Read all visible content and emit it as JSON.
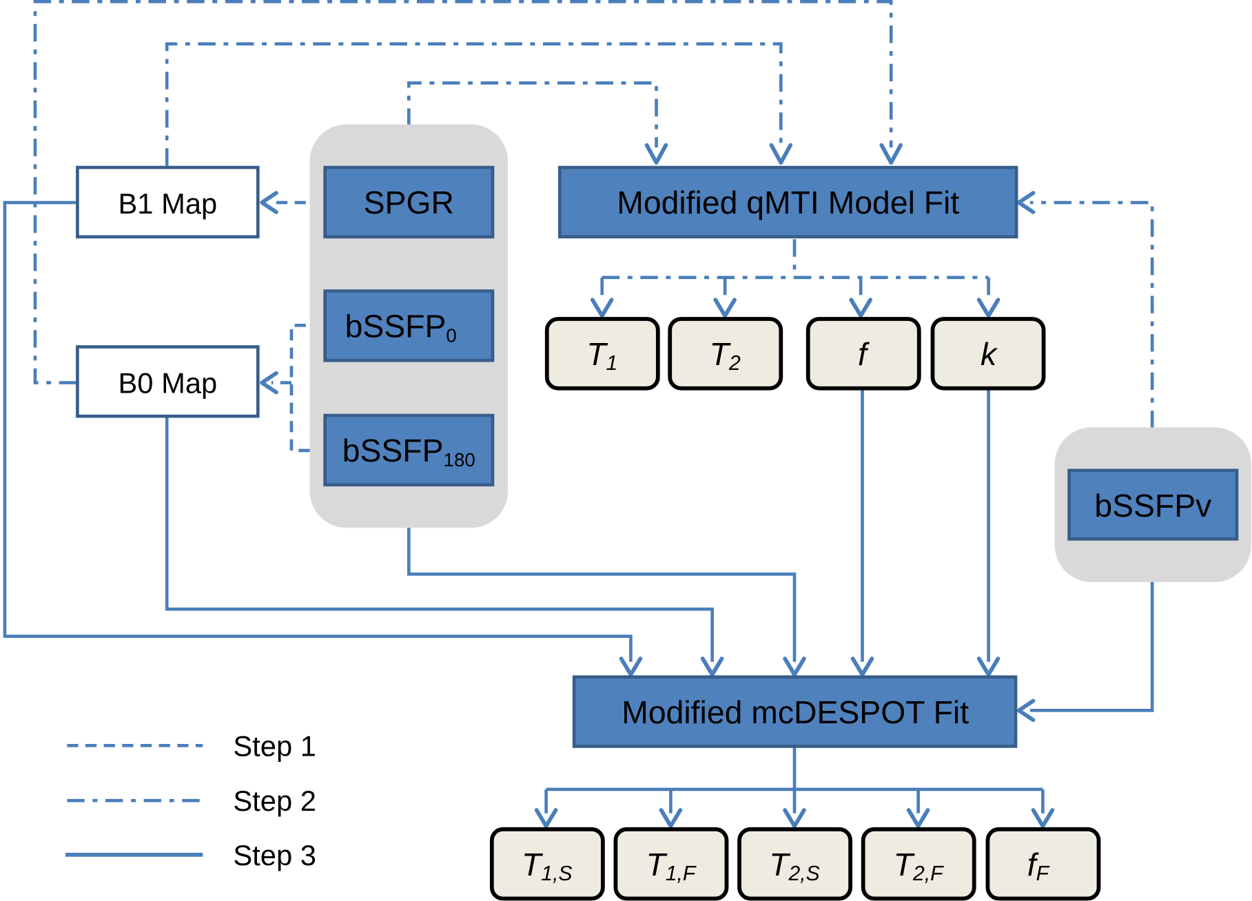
{
  "diagram": {
    "type": "flowchart",
    "inputs_group": {
      "items": [
        {
          "id": "spgr",
          "label": "SPGR",
          "sub": ""
        },
        {
          "id": "bssfp0",
          "label": "bSSFP",
          "sub": "0"
        },
        {
          "id": "bssfp180",
          "label": "bSSFP",
          "sub": "180"
        }
      ]
    },
    "bssfpv": {
      "label": "bSSFPv"
    },
    "maps": {
      "b1": {
        "label": "B1 Map"
      },
      "b0": {
        "label": "B0 Map"
      }
    },
    "qmti_fit": {
      "label": "Modified qMTI Model Fit"
    },
    "qmti_outputs": [
      {
        "main": "T",
        "sub": "1"
      },
      {
        "main": "T",
        "sub": "2"
      },
      {
        "main": "f",
        "sub": ""
      },
      {
        "main": "k",
        "sub": ""
      }
    ],
    "mcdespot_fit": {
      "label": "Modified mcDESPOT Fit"
    },
    "mcdespot_outputs": [
      {
        "main": "T",
        "sub": "1,S"
      },
      {
        "main": "T",
        "sub": "1,F"
      },
      {
        "main": "T",
        "sub": "2,S"
      },
      {
        "main": "T",
        "sub": "2,F"
      },
      {
        "main": "f",
        "sub": "F"
      }
    ],
    "legend": [
      {
        "style": "dashed",
        "label": "Step 1"
      },
      {
        "style": "dash-dot",
        "label": "Step 2"
      },
      {
        "style": "solid",
        "label": "Step 3"
      }
    ],
    "connections": [
      {
        "from": "SPGR",
        "to": "B1 Map",
        "step": 1
      },
      {
        "from": "bSSFP0",
        "to": "B0 Map",
        "step": 1
      },
      {
        "from": "bSSFP180",
        "to": "B0 Map",
        "step": 1
      },
      {
        "from": "SPGR",
        "to": "Modified qMTI Model Fit",
        "step": 2
      },
      {
        "from": "B1 Map",
        "to": "Modified qMTI Model Fit",
        "step": 2
      },
      {
        "from": "B0 Map",
        "to": "Modified qMTI Model Fit",
        "step": 2
      },
      {
        "from": "bSSFPv",
        "to": "Modified qMTI Model Fit",
        "step": 2
      },
      {
        "from": "Modified qMTI Model Fit",
        "to": "T1",
        "step": 2
      },
      {
        "from": "Modified qMTI Model Fit",
        "to": "T2",
        "step": 2
      },
      {
        "from": "Modified qMTI Model Fit",
        "to": "f",
        "step": 2
      },
      {
        "from": "Modified qMTI Model Fit",
        "to": "k",
        "step": 2
      },
      {
        "from": "B1 Map",
        "to": "Modified mcDESPOT Fit",
        "step": 3
      },
      {
        "from": "B0 Map",
        "to": "Modified mcDESPOT Fit",
        "step": 3
      },
      {
        "from": "Inputs group",
        "to": "Modified mcDESPOT Fit",
        "step": 3
      },
      {
        "from": "f",
        "to": "Modified mcDESPOT Fit",
        "step": 3
      },
      {
        "from": "k",
        "to": "Modified mcDESPOT Fit",
        "step": 3
      },
      {
        "from": "bSSFPv",
        "to": "Modified mcDESPOT Fit",
        "step": 3
      },
      {
        "from": "Modified mcDESPOT Fit",
        "to": "T1,S / T1,F / T2,S / T2,F / fF",
        "step": 3
      }
    ],
    "colors": {
      "line": "#4a7ebb",
      "box_fill": "#4f81bd",
      "box_border": "#385d8a",
      "group_bg": "#d9d9d9",
      "result_fill": "#eeece1",
      "result_border": "#000000"
    }
  }
}
